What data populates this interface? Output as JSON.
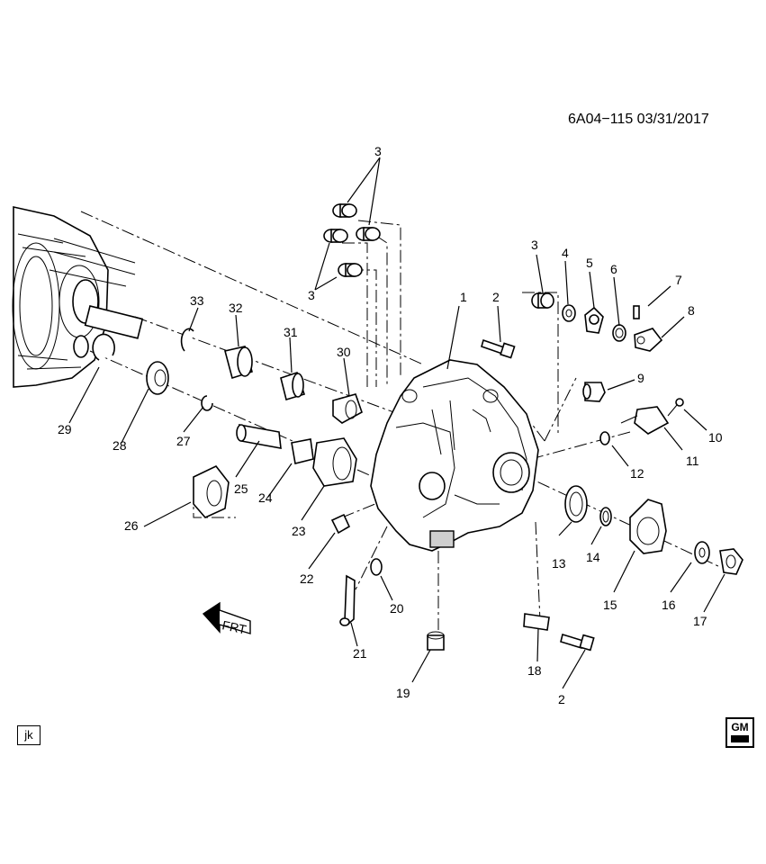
{
  "header": {
    "reference": "6A04−115 03/31/2017"
  },
  "footer": {
    "illustrator_initials": "jk"
  },
  "brand": {
    "logo_icon": "gm-logo-icon"
  },
  "direction_indicator": {
    "icon": "front-arrow-icon",
    "text": "FRT"
  },
  "callouts": {
    "c1": "1",
    "c2a": "2",
    "c2b": "2",
    "c3a": "3",
    "c3b": "3",
    "c3c": "3",
    "c4": "4",
    "c5": "5",
    "c6": "6",
    "c7": "7",
    "c8": "8",
    "c9": "9",
    "c10": "10",
    "c11": "11",
    "c12": "12",
    "c13": "13",
    "c14": "14",
    "c15": "15",
    "c16": "16",
    "c17": "17",
    "c18": "18",
    "c19": "19",
    "c20": "20",
    "c21": "21",
    "c22": "22",
    "c23": "23",
    "c24": "24",
    "c25": "25",
    "c26": "26",
    "c27": "27",
    "c28": "28",
    "c29": "29",
    "c30": "30",
    "c31": "31",
    "c32": "32",
    "c33": "33"
  }
}
